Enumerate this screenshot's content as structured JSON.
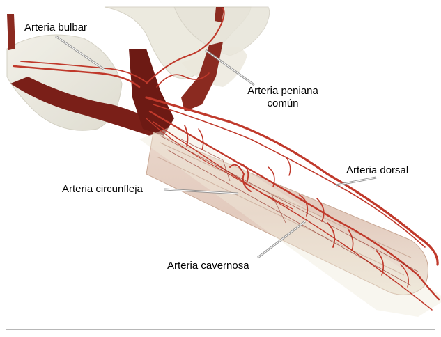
{
  "labels": {
    "arteria_bulbar": "Arteria bulbar",
    "arteria_peniana_line1": "Arteria peniana",
    "arteria_peniana_line2": "común",
    "arteria_dorsal": "Arteria dorsal",
    "arteria_circunfleja": "Arteria circunfleja",
    "arteria_cavernosa": "Arteria cavernosa"
  },
  "colors": {
    "artery": "#c0392b",
    "artery_dark": "#7a1f18",
    "tissue": "#d8b7a6",
    "bone": "#e9e7dc",
    "background": "#ffffff"
  }
}
